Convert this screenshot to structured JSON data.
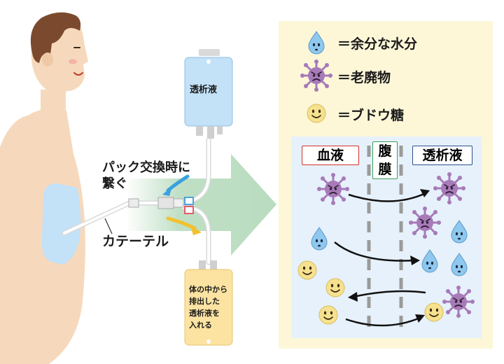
{
  "bag_top_label": "透析液",
  "bag_bottom_text": [
    "体の中から",
    "排出した",
    "透析液を",
    "入れる"
  ],
  "connect_label": [
    "パック交換時に",
    "繋ぐ"
  ],
  "catheter_label": "カテーテル",
  "legend": [
    {
      "icon": "water-drop-icon",
      "text": "＝余分な水分"
    },
    {
      "icon": "waste-germ-icon",
      "text": "＝老廃物"
    },
    {
      "icon": "glucose-smiley-icon",
      "text": "＝ブドウ糖"
    }
  ],
  "panel": {
    "blood_label": "血液",
    "membrane_label": [
      "腹",
      "膜"
    ],
    "dialysate_label": "透析液"
  },
  "colors": {
    "legend_bg": "#fdf7d8",
    "panel_bg": "#e6f1fb",
    "blood_border": "#d0312d",
    "membrane_border": "#3a9b5a",
    "dialysate_border": "#2b4f8e",
    "water": "#8fc8ef",
    "waste": "#a77ab8",
    "glucose": "#f6e18f",
    "skin": "#f6d9bc",
    "hair": "#7b4a2e",
    "bag_blue": "#c3e1f7",
    "bag_yellow": "#fce3a2",
    "arrow_green": "#b9dcbf"
  }
}
